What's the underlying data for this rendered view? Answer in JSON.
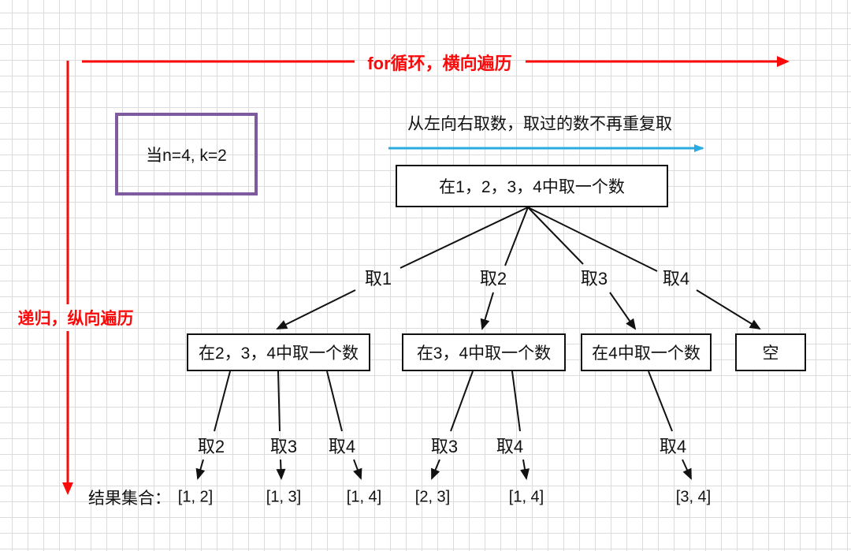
{
  "colors": {
    "background": "#ffffff",
    "grid": "#dcdcdc",
    "ink": "#111111",
    "red": "#fa0a0a",
    "blue": "#29abe2",
    "purple": "#7d5b9e"
  },
  "annotations": {
    "top_arrow_label": "for循环，横向遍历",
    "left_arrow_label": "递归，纵向遍历",
    "pick_rule_label": "从左向右取数，取过的数不再重复取",
    "condition_label": "当n=4, k=2"
  },
  "tree": {
    "root_label": "在1，2，3，4中取一个数",
    "level1_edge_labels": [
      "取1",
      "取2",
      "取3",
      "取4"
    ],
    "level2_node_labels": [
      "在2，3，4中取一个数",
      "在3，4中取一个数",
      "在4中取一个数",
      "空"
    ],
    "level2_edge_labels": [
      "取2",
      "取3",
      "取4",
      "取3",
      "取4",
      "取4"
    ],
    "results_title": "结果集合：",
    "results": [
      "[1, 2]",
      "[1, 3]",
      "[1, 4]",
      "[2, 3]",
      "[1, 4]",
      "[3, 4]"
    ]
  }
}
